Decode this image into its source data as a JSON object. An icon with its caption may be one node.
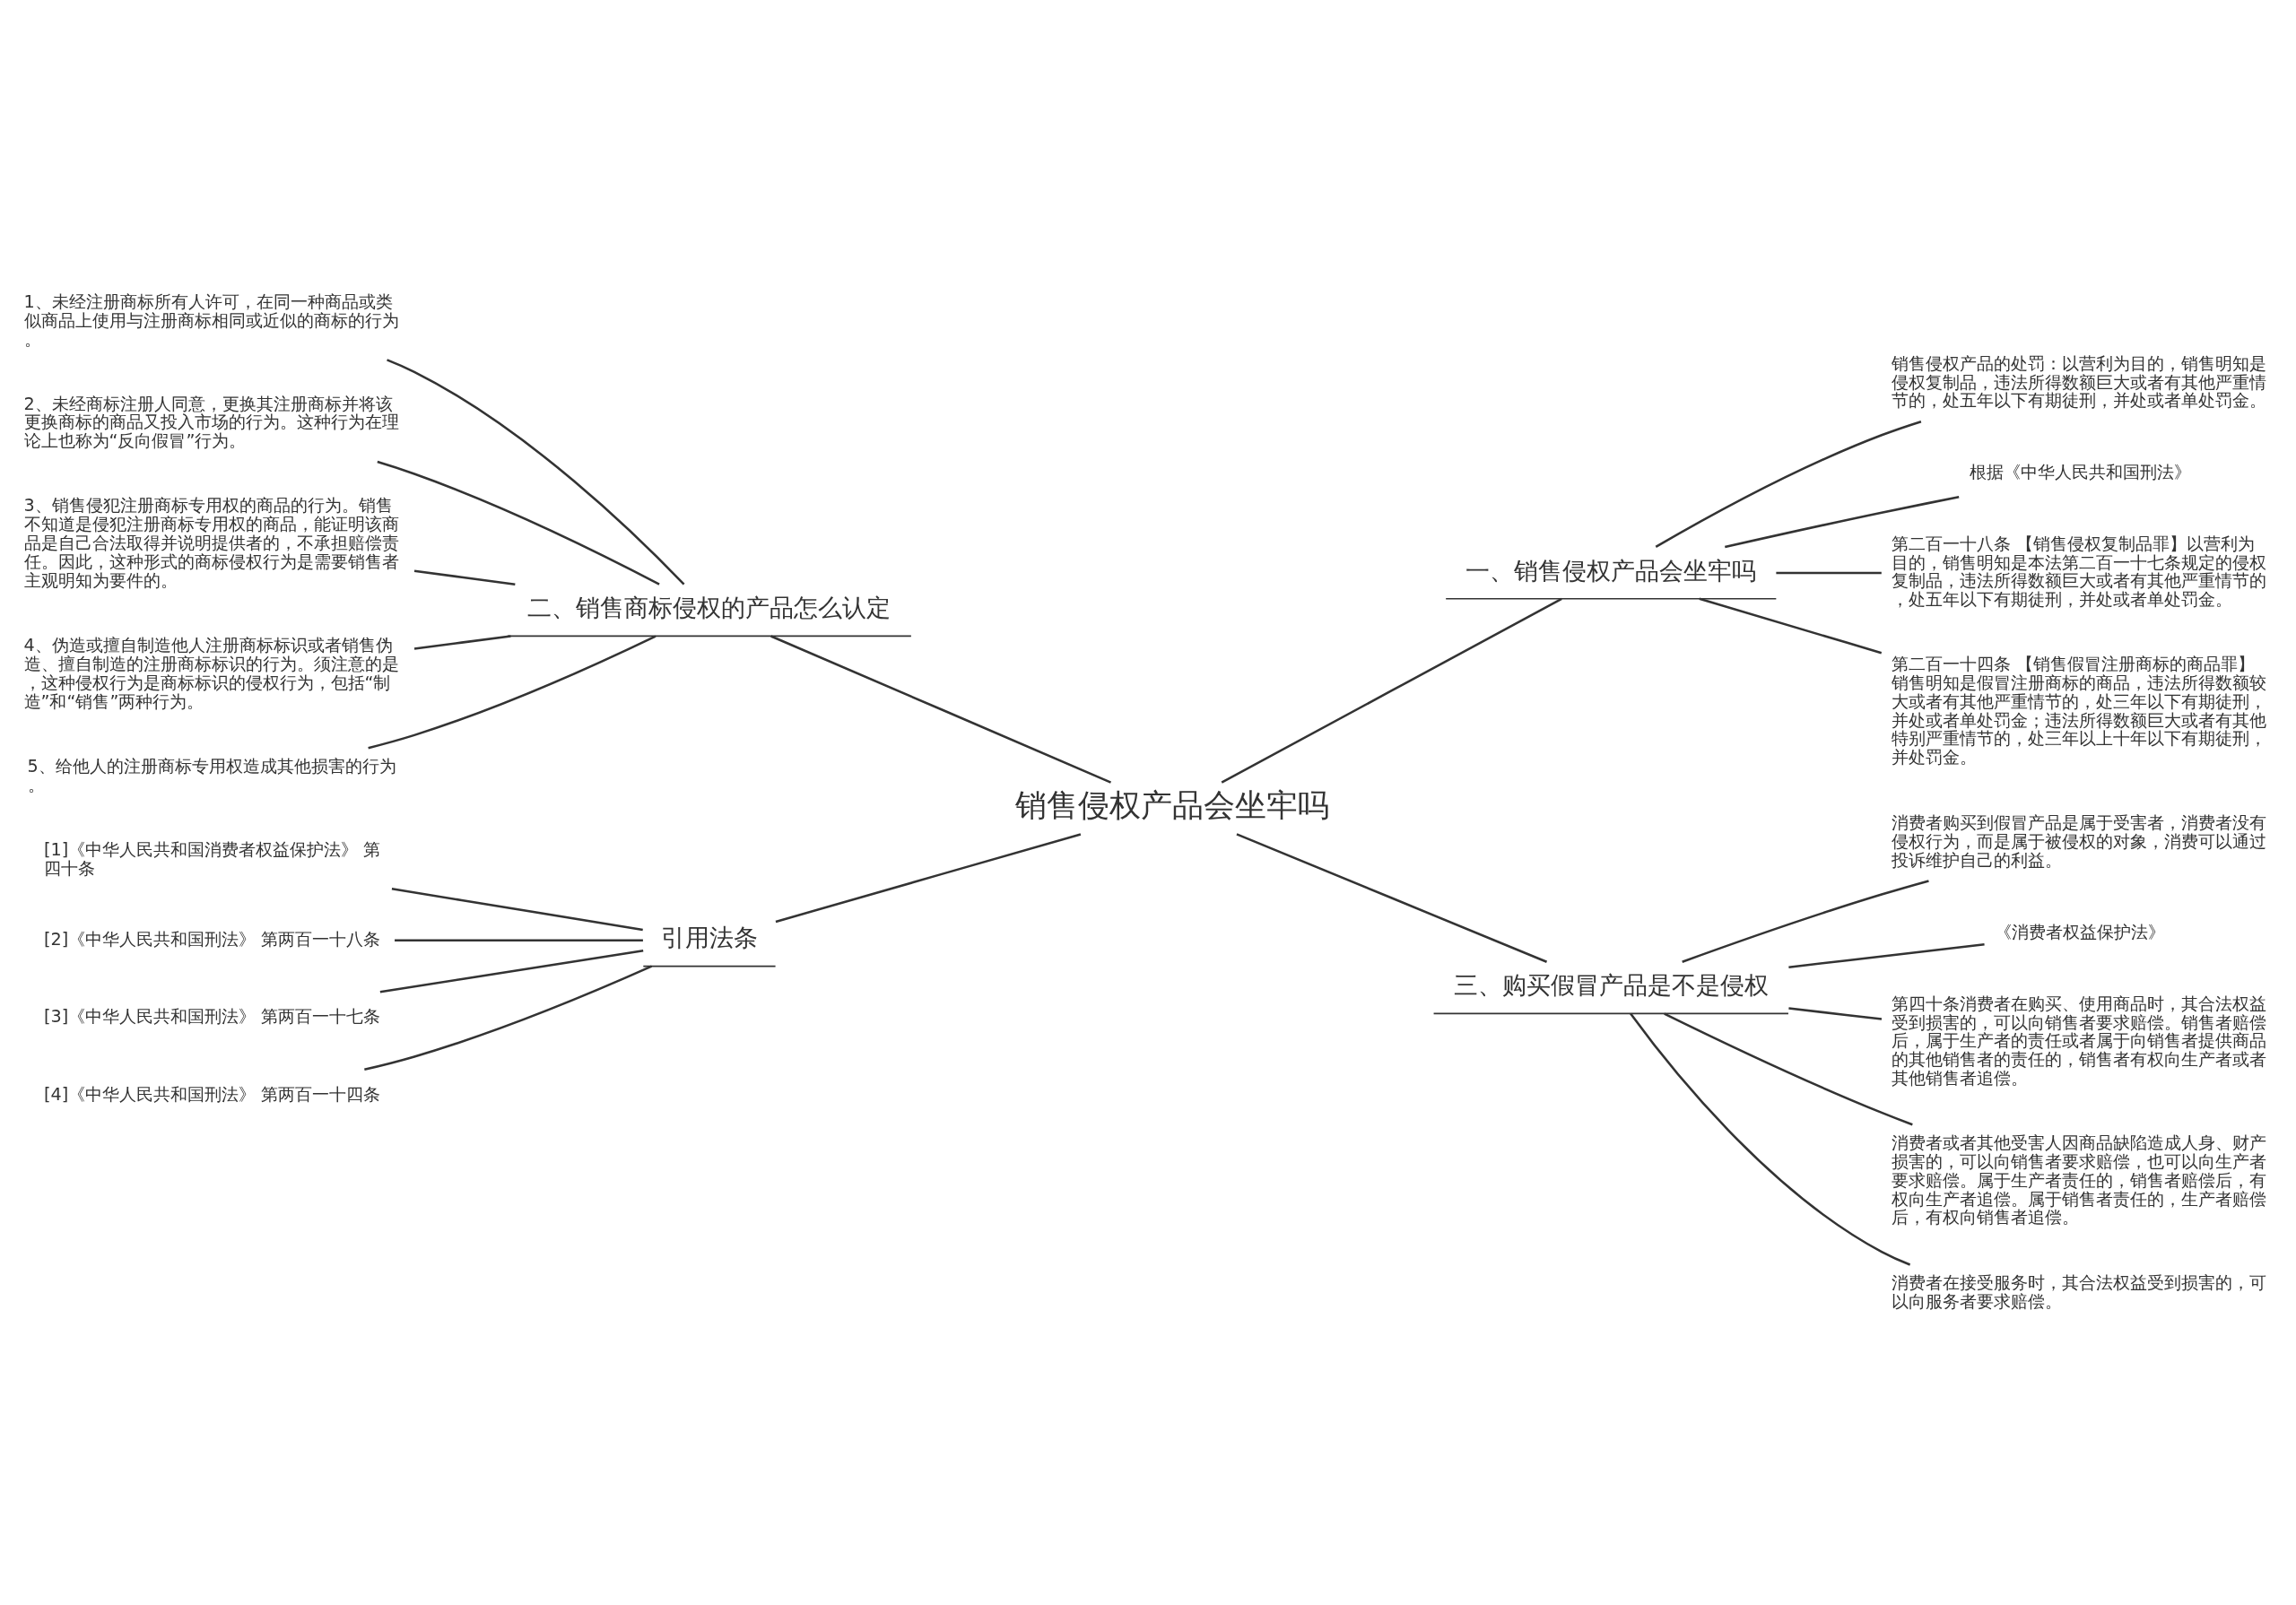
{
  "diagram": {
    "nodes": [
      {
        "text": [
          "销售侵权产品会坐牢吗"
        ]
      },
      {
        "text": [
          "一、销售侵权产品会坐牢吗"
        ]
      },
      {
        "text": [
          "销售侵权产品的处罚：以营利为目的，销售明知是侵权复制品，违法所得数额巨大或者有其他严重情节的，处五年以下有期徒刑，并处或者单处罚金。"
        ]
      },
      {
        "text": [
          "根据《中华人民共和国刑法》"
        ]
      },
      {
        "text": [
          "第二百一十八条 【销售侵权复制品罪】以营利为目的，销售明知是本法第二百一十七条规定的侵权复制品，违法所得数额巨大或者有其他严重情节的，处五年以下有期徒刑，并处或者单处罚金。"
        ]
      },
      {
        "text": [
          "第二百一十四条 【销售假冒注册商标的商品罪】销售明知是假冒注册商标的商品，违法所得数额较大或者有其他严重情节的，处三年以下有期徒刑，并处或者单处罚金；违法所得数额巨大或者有其他特别严重情节的，处三年以上十年以下有期徒刑，并处罚金。"
        ]
      },
      {
        "text": [
          "二、销售商标侵权的产品怎么认定"
        ]
      },
      {
        "text": [
          "1、未经注册商标所有人许可，在同一种商品或类似商品上使用与注册商标相同或近似的商标的行为。"
        ]
      },
      {
        "text": [
          "2、未经商标注册人同意，更换其注册商标并将该更换商标的商品又投入市场的行为。这种行为在理论上也称为“反向假冒”行为。"
        ]
      },
      {
        "text": [
          "3、销售侵犯注册商标专用权的商品的行为。销售不知道是侵犯注册商标专用权的商品，能证明该商品是自己合法取得并说明提供者的，不承担赔偿责任。因此，这种形式的商标侵权行为是需要销售者主观明知为要件的。"
        ]
      },
      {
        "text": [
          "4、伪造或擅自制造他人注册商标标识或者销售伪造、擅自制造的注册商标标识的行为。须注意的是，这种侵权行为是商标标识的侵权行为，包括“制造”和“销售”两种行为。"
        ]
      },
      {
        "text": [
          "5、给他人的注册商标专用权造成其他损害的行为。"
        ]
      },
      {
        "text": [
          "引用法条"
        ]
      },
      {
        "text": [
          "[1]《中华人民共和国消费者权益保护法》 第四十条"
        ]
      },
      {
        "text": [
          "[2]《中华人民共和国刑法》 第两百一十八条"
        ]
      },
      {
        "text": [
          "[3]《中华人民共和国刑法》 第两百一十七条"
        ]
      },
      {
        "text": [
          "[4]《中华人民共和国刑法》 第两百一十四条"
        ]
      },
      {
        "text": [
          "三、购买假冒产品是不是侵权"
        ]
      },
      {
        "text": [
          "消费者购买到假冒产品是属于受害者，消费者没有侵权行为，而是属于被侵权的对象，消费可以通过投诉维护自己的利益。"
        ]
      },
      {
        "text": [
          "《消费者权益保护法》"
        ]
      },
      {
        "text": [
          "第四十条消费者在购买、使用商品时，其合法权益受到损害的，可以向销售者要求赔偿。销售者赔偿后，属于生产者的责任或者属于向销售者提供商品的其他销售者的责任的，销售者有权向生产者或者其他销售者追偿。"
        ]
      },
      {
        "text": [
          "消费者或者其他受害人因商品缺陷造成人身、财产损害的，可以向销售者要求赔偿，也可以向生产者要求赔偿。属于生产者责任的，销售者赔偿后，有权向生产者追偿。属于销售者责任的，生产者赔偿后，有权向销售者追偿。"
        ]
      },
      {
        "text": [
          "消费者在接受服务时，其合法权益受到损害的，可以向服务者要求赔偿。"
        ]
      }
    ],
    "edges": [
      {
        "from": 0,
        "to": 1,
        "arrow": "none"
      },
      {
        "from": 1,
        "to": 2,
        "arrow": "none"
      },
      {
        "from": 1,
        "to": 3,
        "arrow": "none"
      },
      {
        "from": 1,
        "to": 4,
        "arrow": "none"
      },
      {
        "from": 1,
        "to": 5,
        "arrow": "none"
      },
      {
        "from": 0,
        "to": 6,
        "arrow": "none"
      },
      {
        "from": 6,
        "to": 7,
        "arrow": "none"
      },
      {
        "from": 6,
        "to": 8,
        "arrow": "none"
      },
      {
        "from": 6,
        "to": 9,
        "arrow": "none"
      },
      {
        "from": 6,
        "to": 10,
        "arrow": "none"
      },
      {
        "from": 6,
        "to": 11,
        "arrow": "none"
      },
      {
        "from": 0,
        "to": 12,
        "arrow": "none"
      },
      {
        "from": 12,
        "to": 13,
        "arrow": "none"
      },
      {
        "from": 12,
        "to": 14,
        "arrow": "none"
      },
      {
        "from": 12,
        "to": 15,
        "arrow": "none"
      },
      {
        "from": 12,
        "to": 16,
        "arrow": "none"
      },
      {
        "from": 0,
        "to": 17,
        "arrow": "none"
      },
      {
        "from": 17,
        "to": 18,
        "arrow": "none"
      },
      {
        "from": 17,
        "to": 19,
        "arrow": "none"
      },
      {
        "from": 17,
        "to": 20,
        "arrow": "none"
      },
      {
        "from": 17,
        "to": 21,
        "arrow": "none"
      },
      {
        "from": 17,
        "to": 22,
        "arrow": "none"
      }
    ]
  }
}
